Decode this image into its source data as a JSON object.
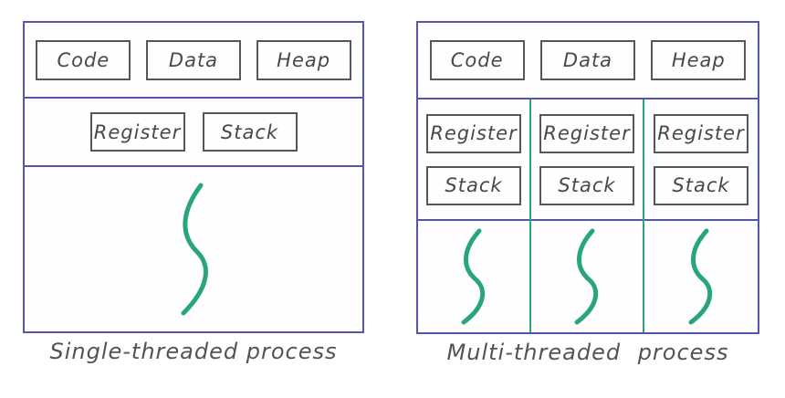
{
  "colors": {
    "process_outline": "#5456ae",
    "thread_line": "#29a57e",
    "box_border": "#54575a",
    "label_text": "#46494c",
    "background": "#ffffff"
  },
  "left_process": {
    "caption": "Single-threaded process",
    "segments": [
      "Code",
      "Data",
      "Heap"
    ],
    "register_label": "Register",
    "stack_label": "Stack",
    "thread_count": 1
  },
  "right_process": {
    "caption": "Multi-threaded process",
    "segments": [
      "Code",
      "Data",
      "Heap"
    ],
    "threads": [
      {
        "register_label": "Register",
        "stack_label": "Stack"
      },
      {
        "register_label": "Register",
        "stack_label": "Stack"
      },
      {
        "register_label": "Register",
        "stack_label": "Stack"
      }
    ],
    "thread_count": 3
  }
}
